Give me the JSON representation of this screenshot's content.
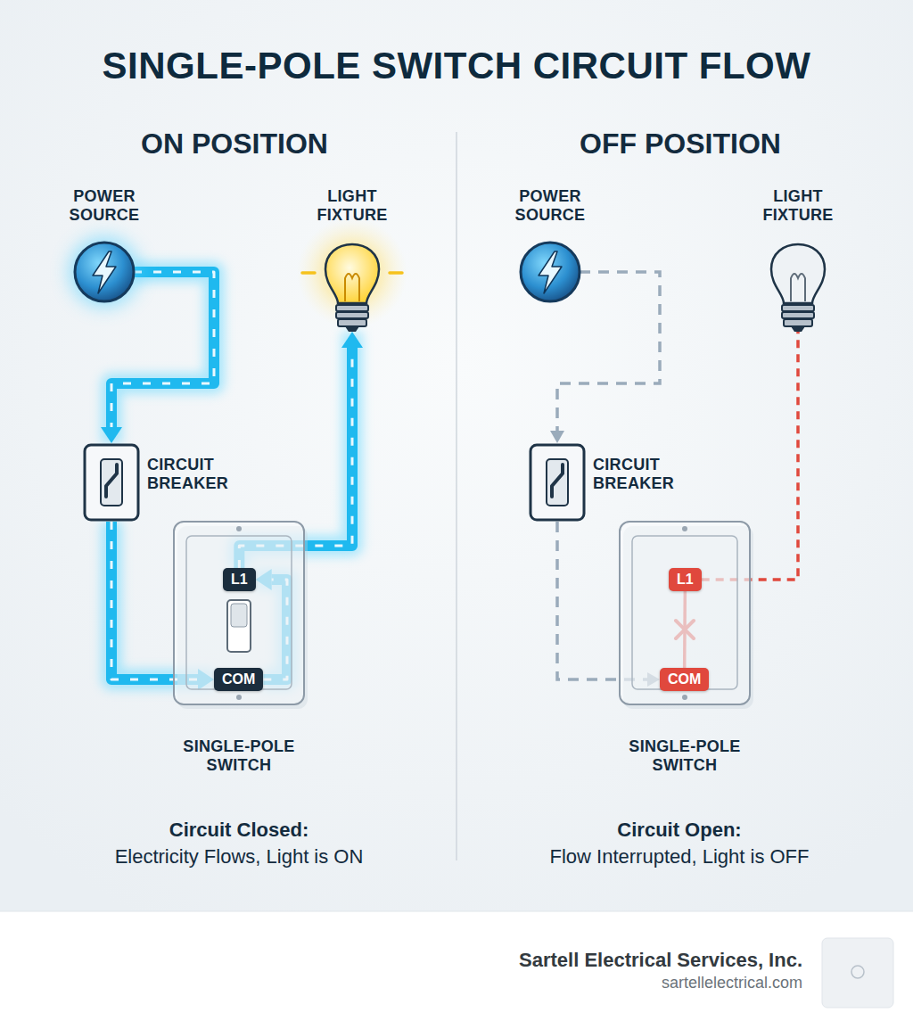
{
  "diagram": {
    "title": "SINGLE-POLE SWITCH CIRCUIT FLOW",
    "nodes": [
      {
        "text": [
          "POWER SOURCE"
        ]
      },
      {
        "text": [
          "LIGHT FIXTURE"
        ]
      },
      {
        "text": [
          "CIRCUIT BREAKER"
        ]
      },
      {
        "text": [
          "SINGLE-POLE SWITCH"
        ]
      },
      {
        "text": [
          "L1"
        ],
        "in": 3
      },
      {
        "text": [
          "COM"
        ],
        "in": 3
      },
      {
        "text": [
          "POWER SOURCE"
        ]
      },
      {
        "text": [
          "LIGHT FIXTURE"
        ]
      },
      {
        "text": [
          "CIRCUIT BREAKER"
        ]
      },
      {
        "text": [
          "SINGLE-POLE SWITCH"
        ]
      },
      {
        "text": [
          "L1"
        ],
        "in": 9
      },
      {
        "text": [
          "COM"
        ],
        "in": 9
      }
    ],
    "edges": [
      {
        "from": 0,
        "to": 2,
        "arrow": "to"
      },
      {
        "from": 2,
        "to": 5,
        "arrow": "to"
      },
      {
        "from": 5,
        "to": 4,
        "arrow": "to"
      },
      {
        "from": 4,
        "to": 1,
        "arrow": "to"
      },
      {
        "from": 6,
        "to": 8,
        "arrow": "to"
      },
      {
        "from": 8,
        "to": 11,
        "arrow": "to"
      },
      {
        "from": 11,
        "to": 10,
        "arrow": "none"
      },
      {
        "from": 10,
        "to": 7,
        "arrow": "none"
      }
    ],
    "labels": [
      "ON POSITION",
      "OFF POSITION",
      "Circuit Closed:",
      "Electricity Flows, Light is ON",
      "Circuit Open:",
      "Flow Interrupted, Light is OFF",
      "Sartell Electrical Services, Inc.",
      "sartellelectrical.com"
    ]
  }
}
